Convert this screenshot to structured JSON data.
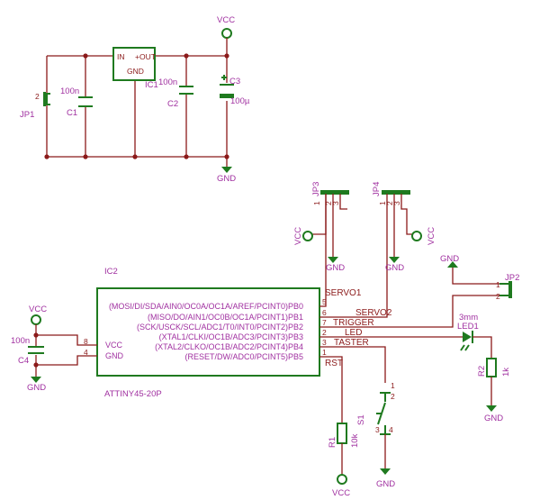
{
  "labels": {
    "vcc_top": "VCC",
    "gnd_top": "GND",
    "jp1": "JP1",
    "jp1_pin": "2",
    "c1_val": "100n",
    "c1": "C1",
    "ic1": "IC1",
    "ic1_in": "IN",
    "ic1_out": "+OUT",
    "ic1_gnd": "GND",
    "c2_val": "100n",
    "c2": "C2",
    "c3": "C3",
    "c3_val": "100µ",
    "jp3": "JP3",
    "jp4": "JP4",
    "jp3_vcc": "VCC",
    "jp3_gnd": "GND",
    "jp4_gnd": "GND",
    "jp4_vcc": "VCC",
    "header_pins": [
      "1",
      "2",
      "3"
    ],
    "ic2": "IC2",
    "ic2_part": "ATTINY45-20P",
    "ic2_vcc": "VCC",
    "ic2_gnd": "GND",
    "ic2_pin8": "8",
    "ic2_pin4": "4",
    "ic2_pins": [
      {
        "num": "5",
        "label": "(MOSI/DI/SDA/AIN0/OC0A/OC1A/AREF/PCINT0)PB0"
      },
      {
        "num": "6",
        "label": "(MISO/DO/AIN1/OC0B/OC1A/PCINT1)PB1"
      },
      {
        "num": "7",
        "label": "(SCK/USCK/SCL/ADC1/T0/INT0/PCINT2)PB2"
      },
      {
        "num": "2",
        "label": "(XTAL1/CLKI/OC1B/ADC3/PCINT3)PB3"
      },
      {
        "num": "3",
        "label": "(XTAL2/CLKO/OC1B/ADC2/PCINT4)PB4"
      },
      {
        "num": "1",
        "label": "(RESET/DW/ADC0/PCINT5)PB5"
      }
    ],
    "vcc_c4": "VCC",
    "c4_val": "100n",
    "c4": "C4",
    "gnd_c4": "GND",
    "nets": {
      "servo1": "SERVO1",
      "servo2": "SERVO2",
      "trigger": "TRIGGER",
      "led": "LED",
      "taster": "TASTER",
      "rst": "RST"
    },
    "jp2": "JP2",
    "jp2_pin1": "1",
    "jp2_pin2": "2",
    "gnd_jp2": "GND",
    "led_val": "3mm",
    "led1": "LED1",
    "r2": "R2",
    "r2_val": "1k",
    "gnd_r2": "GND",
    "s1": "S1",
    "s1_pins": [
      "1",
      "2",
      "3",
      "4"
    ],
    "gnd_s1": "GND",
    "r1": "R1",
    "r1_val": "10k",
    "vcc_r1": "VCC"
  }
}
